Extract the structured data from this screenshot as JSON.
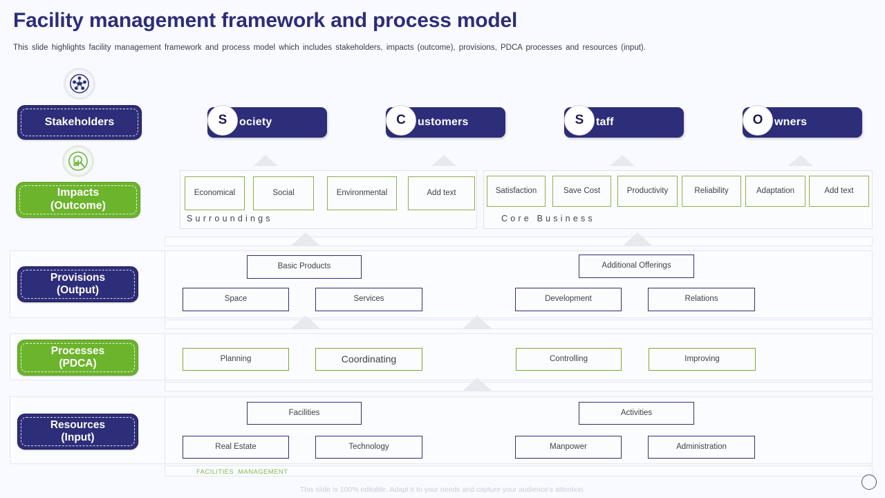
{
  "header": {
    "title": "Facility management framework and process model",
    "subtitle": "This slide highlights facility management framework and process model which includes stakeholders, impacts (outcome), provisions, PDCA processes and resources (input)."
  },
  "colors": {
    "navy": "#2e2d79",
    "green": "#6cb42c",
    "olive_border": "#8fae4e",
    "page_bg": "#f8faff",
    "fm_label": "#8bb84e"
  },
  "left_labels": [
    {
      "key": "stakeholders",
      "text": "Stakeholders",
      "style": "navy",
      "icon": "stakeholders-network-icon"
    },
    {
      "key": "impacts",
      "line1": "Impacts",
      "line2": "(Outcome)",
      "style": "green",
      "icon": "analytics-magnifier-icon"
    },
    {
      "key": "provisions",
      "line1": "Provisions",
      "line2": "(Output)",
      "style": "navy"
    },
    {
      "key": "processes",
      "line1": "Processes",
      "line2": "(PDCA)",
      "style": "green"
    },
    {
      "key": "resources",
      "line1": "Resources",
      "line2": "(Input)",
      "style": "navy"
    }
  ],
  "stakeholders": [
    {
      "initial": "S",
      "rest": "ociety"
    },
    {
      "initial": "C",
      "rest": "ustomers"
    },
    {
      "initial": "S",
      "rest": "taff"
    },
    {
      "initial": "O",
      "rest": "wners"
    }
  ],
  "impacts": {
    "surroundings": {
      "caption": "Surroundings",
      "items": [
        "Economical",
        "Social",
        "Environmental",
        "Add text"
      ]
    },
    "core_business": {
      "caption": "Core Business",
      "items": [
        "Satisfaction",
        "Save Cost",
        "Productivity",
        "Reliability",
        "Adaptation",
        "Add text"
      ]
    }
  },
  "provisions": {
    "top": [
      "Basic Products",
      "Additional Offerings"
    ],
    "bottom": [
      "Space",
      "Services",
      "Development",
      "Relations"
    ]
  },
  "processes": {
    "items": [
      "Planning",
      "Coordinating",
      "Controlling",
      "Improving"
    ]
  },
  "resources": {
    "top": [
      "Facilities",
      "Activities"
    ],
    "bottom": [
      "Real Estate",
      "Technology",
      "Manpower",
      "Administration"
    ]
  },
  "fm_label": "FACILITIES  MANAGEMENT",
  "footer": "This slide is 100% editable. Adapt it to your needs and capture your audience's attention."
}
